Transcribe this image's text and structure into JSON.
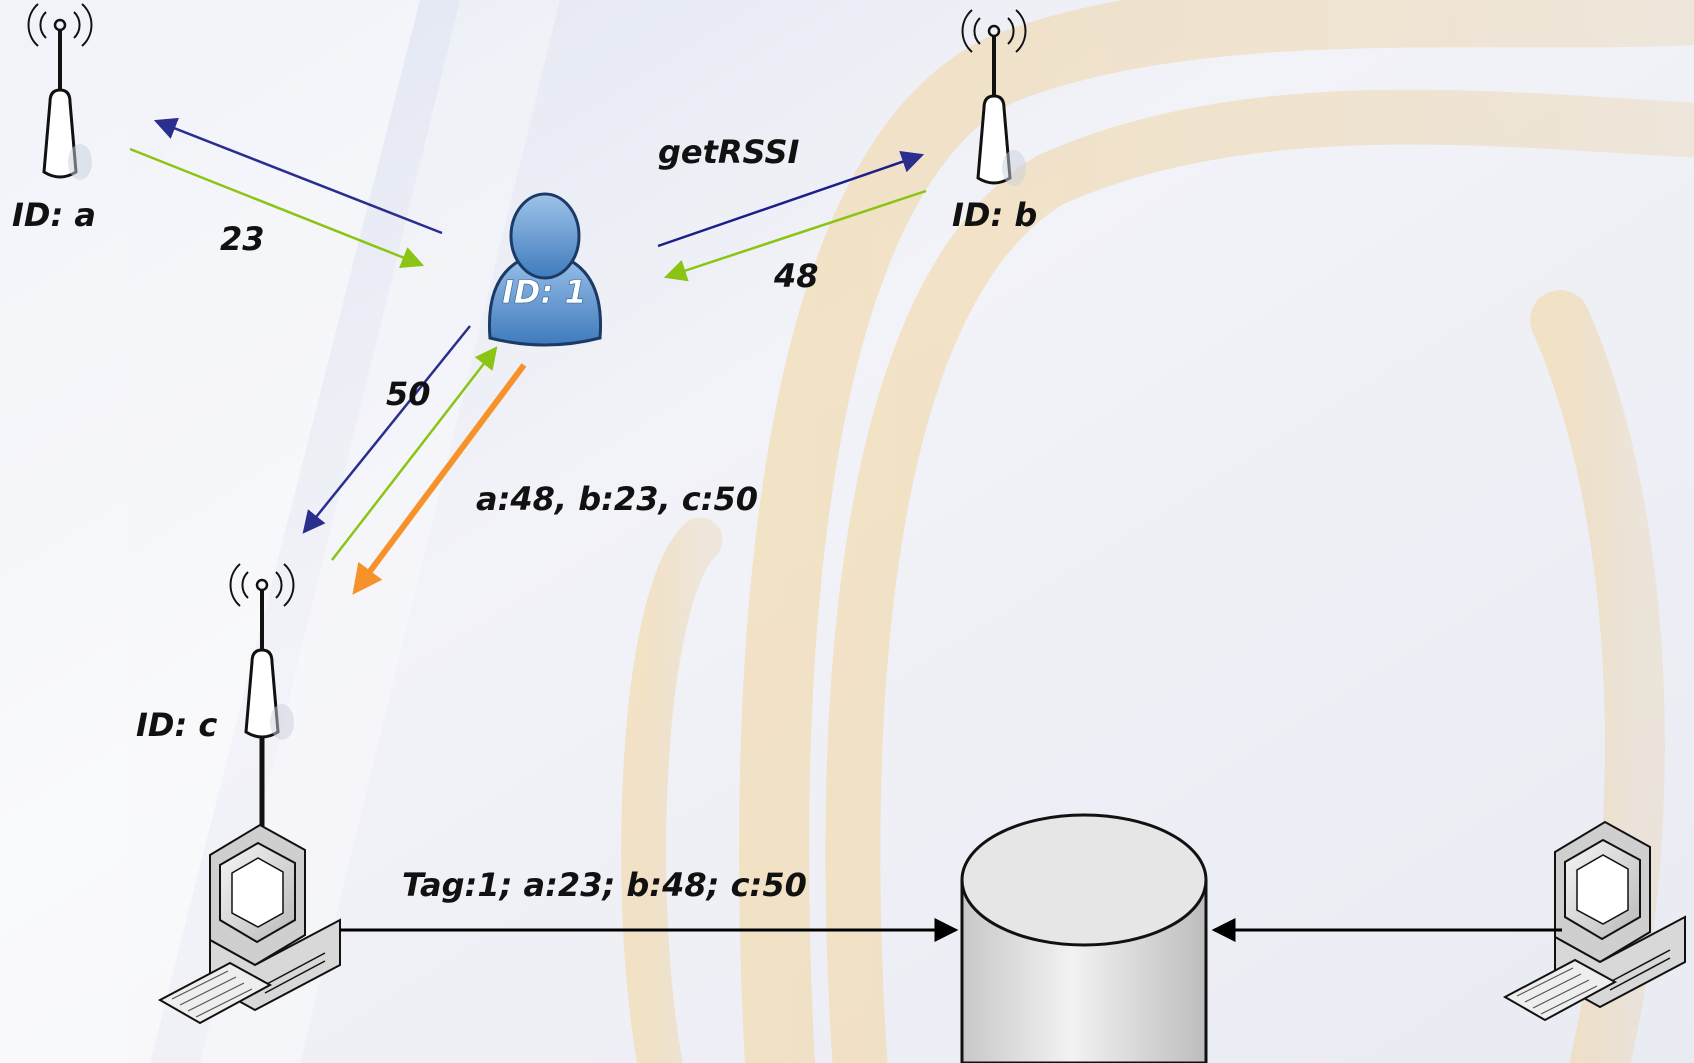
{
  "nodes": {
    "antenna_a": {
      "label": "ID: a"
    },
    "antenna_b": {
      "label": "ID: b"
    },
    "antenna_c": {
      "label": "ID: c"
    },
    "user": {
      "label": "ID: 1"
    }
  },
  "messages": {
    "request": "getRSSI",
    "rssi_a": "23",
    "rssi_b": "48",
    "rssi_c": "50",
    "report_to_c": "a:48, b:23, c:50",
    "report_to_db": "Tag:1; a:23; b:48; c:50"
  },
  "colors": {
    "request_arrow": "#2a2f8f",
    "response_arrow": "#8cc414",
    "report_arrow": "#f7922b",
    "network_arrow": "#000000",
    "user_fill": "#5b93cf",
    "database_fill": "#dcdcdc"
  }
}
